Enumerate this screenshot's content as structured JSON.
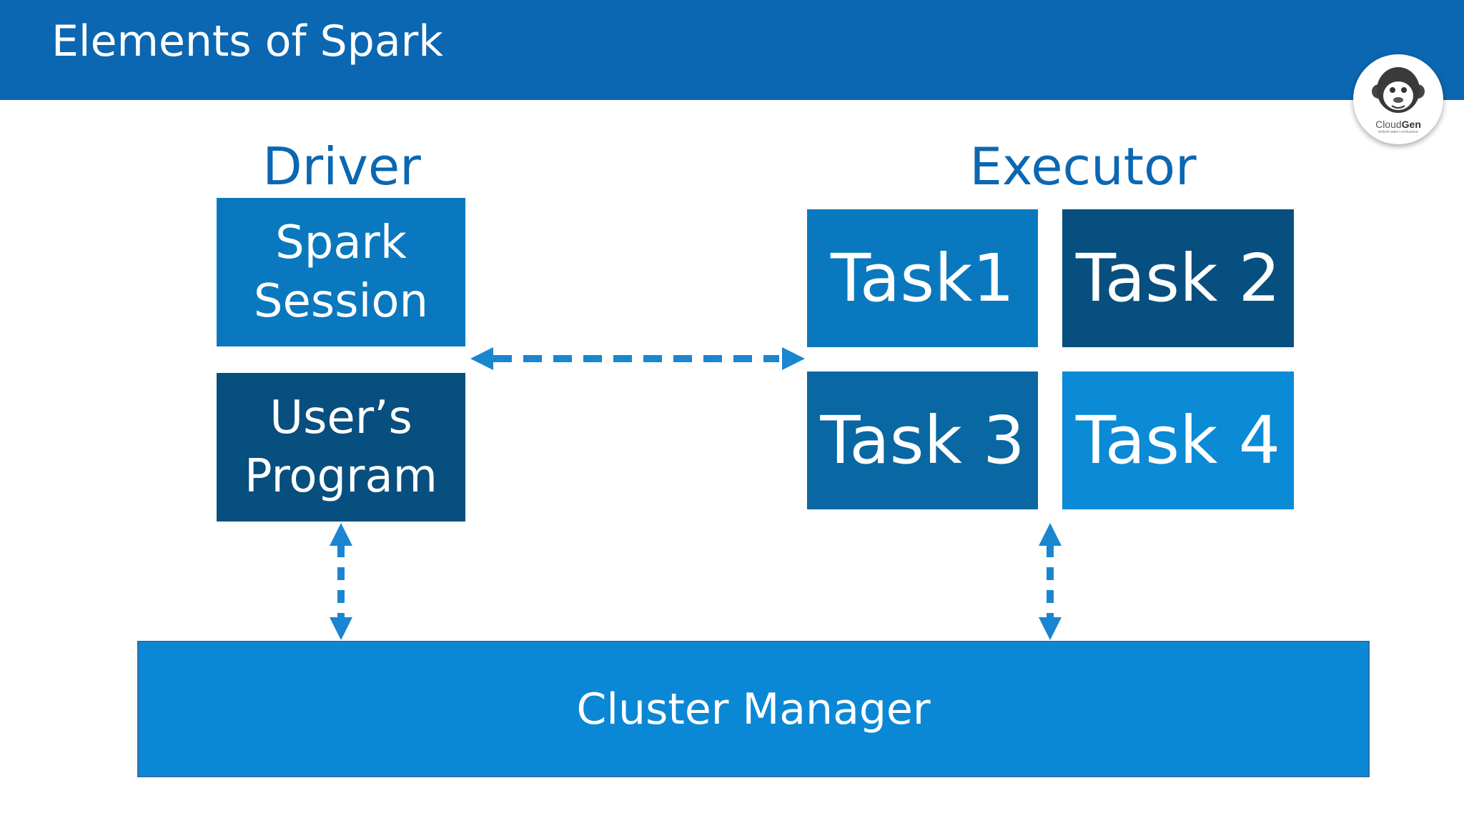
{
  "slide": {
    "title": "Elements of Spark"
  },
  "logo": {
    "name_regular": "Cloud",
    "name_bold": "Gen",
    "tagline": "lentedi sales l evoluzione",
    "icon": "monkey-face-icon"
  },
  "driver": {
    "heading": "Driver",
    "spark_session": {
      "line1": "Spark",
      "line2": "Session"
    },
    "users_program": {
      "line1": "User’s",
      "line2": "Program"
    }
  },
  "executor": {
    "heading": "Executor",
    "tasks": [
      "Task1",
      "Task 2",
      "Task 3",
      "Task 4"
    ]
  },
  "cluster_manager": {
    "label": "Cluster Manager"
  },
  "colors": {
    "header": "#0b67b2",
    "heading_text": "#0b67b2",
    "spark_session": "#0a78be",
    "users_program": "#074f7f",
    "task1": "#0a78be",
    "task2": "#074f7f",
    "task3": "#0967a3",
    "task4": "#0b8ad6",
    "cluster_manager": "#0b88d5",
    "arrow": "#1a86d0"
  }
}
